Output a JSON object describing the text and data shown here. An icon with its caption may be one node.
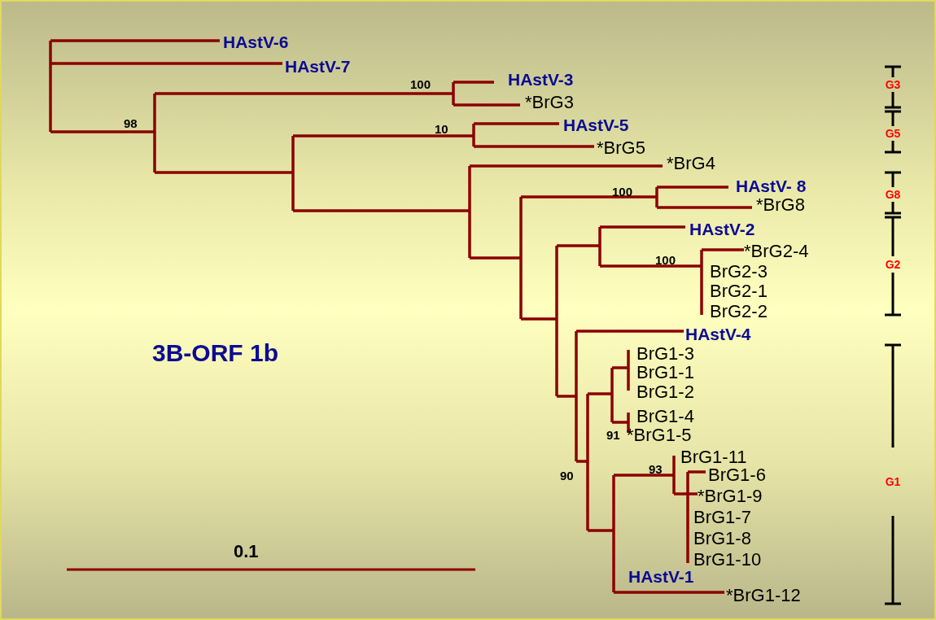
{
  "diagram": {
    "title": "3B-ORF 1b",
    "labels": [
      "HAstV-6",
      "HAstV-7",
      "100",
      "HAstV-3",
      "*BrG3",
      "98",
      "10",
      "HAstV-5",
      "*BrG5",
      "*BrG4",
      "HAstV- 8",
      "100",
      "*BrG8",
      "HAstV-2",
      "*BrG2-4",
      "100",
      "BrG2-3",
      "BrG2-1",
      "BrG2-2",
      "HAstV-4",
      "BrG1-3",
      "BrG1-1",
      "BrG1-2",
      "BrG1-4",
      "91",
      "*BrG1-5",
      "BrG1-11",
      "93",
      "BrG1-6",
      "90",
      "*BrG1-9",
      "BrG1-7",
      "BrG1-8",
      "BrG1-10",
      "0.1",
      "HAstV-1",
      "*BrG1-12",
      "G3",
      "G5",
      "G8",
      "G2",
      "G1"
    ]
  }
}
